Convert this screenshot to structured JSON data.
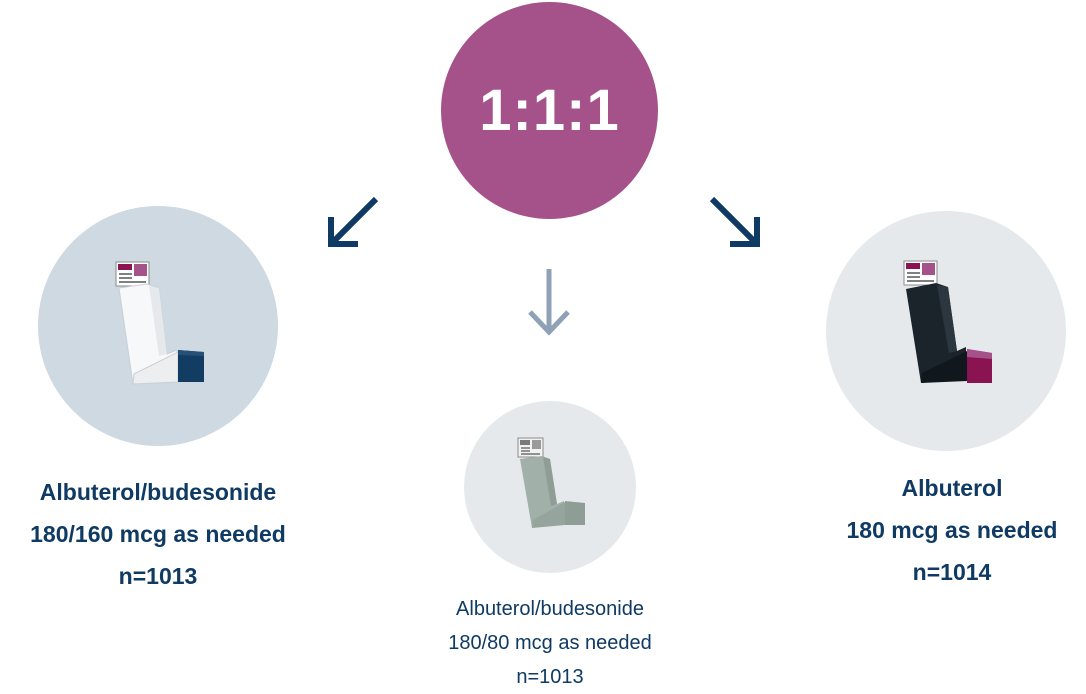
{
  "ratio": {
    "text": "1:1:1",
    "color": "#a5528a"
  },
  "arms": {
    "left": {
      "lines": [
        "Albuterol/budesonide",
        "180/160 mcg as needed",
        "n=1013"
      ],
      "circle_color": "#cfd9e1",
      "device_body_color": "#f6f7f8",
      "device_cap_color": "#133c62",
      "icon": "white-inhaler-icon"
    },
    "middle": {
      "lines": [
        "Albuterol/budesonide",
        "180/80 mcg as needed",
        "n=1013"
      ],
      "circle_color": "#e6e9ec",
      "device_body_color": "#a2b0aa",
      "device_cap_color": "#8f9d97",
      "icon": "gray-inhaler-icon"
    },
    "right": {
      "lines": [
        "Albuterol",
        "180 mcg as needed",
        "n=1014"
      ],
      "circle_color": "#e6e9ec",
      "device_body_color": "#1b242b",
      "device_cap_color": "#8a1452",
      "icon": "black-inhaler-icon"
    }
  },
  "colors": {
    "label_text": "#0f3a63",
    "arrow_dark": "#0f3a63",
    "arrow_light": "#8ea1b6"
  }
}
